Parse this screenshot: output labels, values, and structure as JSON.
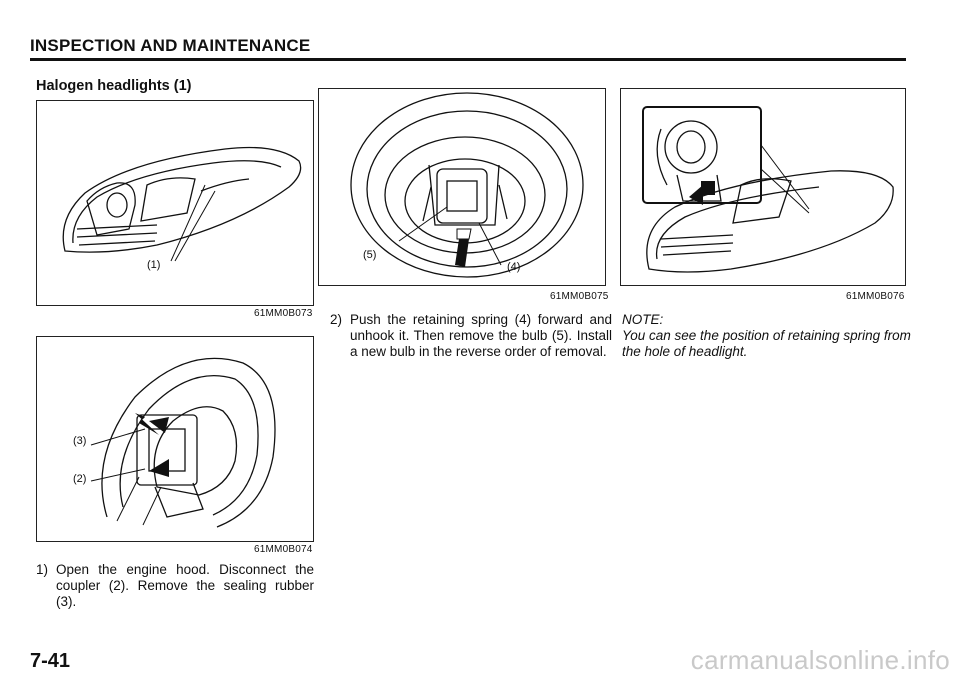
{
  "header": {
    "section_title": "INSPECTION AND MAINTENANCE"
  },
  "subheading": "Halogen headlights (1)",
  "figures": [
    {
      "code": "61MM0B073",
      "callouts": [
        "(1)"
      ]
    },
    {
      "code": "61MM0B074",
      "callouts": [
        "(3)",
        "(2)"
      ]
    },
    {
      "code": "61MM0B075",
      "callouts": [
        "(5)",
        "(4)"
      ]
    },
    {
      "code": "61MM0B076",
      "callouts": []
    }
  ],
  "steps": [
    {
      "number": "1)",
      "text": "Open the engine hood. Disconnect the coupler (2). Remove the sealing rubber (3)."
    },
    {
      "number": "2)",
      "text": "Push the retaining spring (4) forward and unhook it. Then remove the bulb (5). Install a new bulb in the reverse order of removal."
    }
  ],
  "note": {
    "label": "NOTE:",
    "text": "You can see the position of retaining spring from the hole of headlight."
  },
  "page_number": "7-41",
  "watermark": "carmanualsonline.info"
}
